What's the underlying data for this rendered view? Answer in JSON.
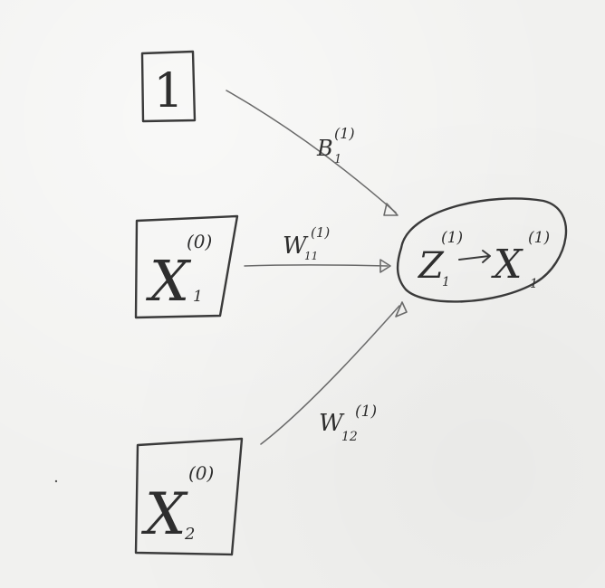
{
  "nodes": {
    "bias": {
      "label": "1"
    },
    "x1": {
      "symbol": "X",
      "superscript": "(0)",
      "subscript": "1"
    },
    "x2": {
      "symbol": "X",
      "superscript": "(0)",
      "subscript": "2"
    },
    "neuron": {
      "z_symbol": "Z",
      "z_superscript": "(1)",
      "z_subscript": "1",
      "x_symbol": "X",
      "x_superscript": "(1)",
      "x_subscript": "1"
    }
  },
  "edges": {
    "bias_edge": {
      "symbol": "B",
      "superscript": "(1)",
      "subscript": "1"
    },
    "w11_edge": {
      "symbol": "W",
      "superscript": "(1)",
      "subscript": "11"
    },
    "w12_edge": {
      "symbol": "W",
      "superscript": "(1)",
      "subscript": "12"
    }
  }
}
